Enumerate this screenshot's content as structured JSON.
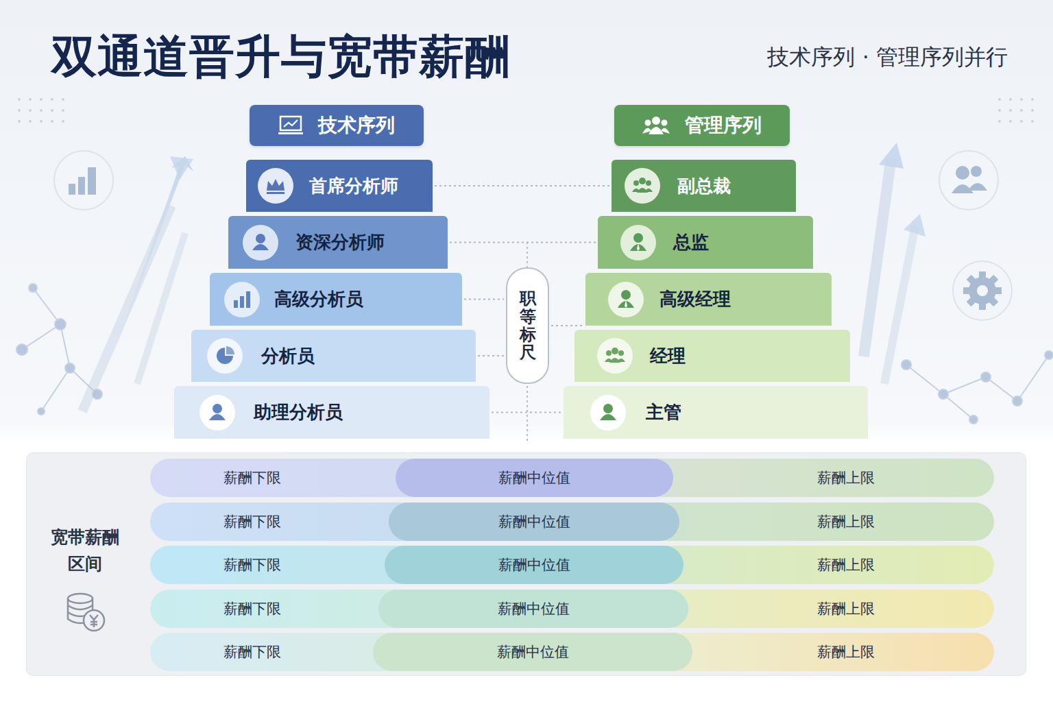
{
  "diagram": {
    "title": "双通道晋升与宽带薪酬",
    "caption": "技术序列 · 管理序列并行",
    "nodes": [
      {
        "text": [
          "技术序列"
        ]
      },
      {
        "text": [
          "首席分析师"
        ]
      },
      {
        "text": [
          "资深分析师"
        ]
      },
      {
        "text": [
          "高级分析员"
        ]
      },
      {
        "text": [
          "分析员"
        ]
      },
      {
        "text": [
          "助理分析员"
        ]
      },
      {
        "text": [
          "管理序列"
        ]
      },
      {
        "text": [
          "副总裁"
        ]
      },
      {
        "text": [
          "总监"
        ]
      },
      {
        "text": [
          "高级经理"
        ]
      },
      {
        "text": [
          "经理"
        ]
      },
      {
        "text": [
          "主管"
        ]
      },
      {
        "text": [
          "职等标尺"
        ]
      },
      {
        "text": [
          "宽带薪酬 区间"
        ]
      },
      {
        "text": [
          "薪酬下限",
          "薪酬上限"
        ],
        "in": 13
      },
      {
        "text": [
          "薪酬中位值"
        ],
        "in": 14
      },
      {
        "text": [
          "薪酬下限",
          "薪酬上限"
        ],
        "in": 13
      },
      {
        "text": [
          "薪酬中位值"
        ],
        "in": 16
      },
      {
        "text": [
          "薪酬下限",
          "薪酬上限"
        ],
        "in": 13
      },
      {
        "text": [
          "薪酬中位值"
        ],
        "in": 18
      },
      {
        "text": [
          "薪酬下限",
          "薪酬上限"
        ],
        "in": 13
      },
      {
        "text": [
          "薪酬中位值"
        ],
        "in": 20
      },
      {
        "text": [
          "薪酬下限",
          "薪酬上限"
        ],
        "in": 13
      },
      {
        "text": [
          "薪酬中位值"
        ],
        "in": 22
      }
    ],
    "edges": [
      {
        "from": 1,
        "to": 7,
        "arrow": "none"
      },
      {
        "from": 2,
        "to": 8,
        "arrow": "none"
      },
      {
        "from": 3,
        "to": 12,
        "arrow": "none"
      },
      {
        "from": 12,
        "to": 9,
        "arrow": "none"
      },
      {
        "from": 4,
        "to": 12,
        "arrow": "none"
      },
      {
        "from": 12,
        "to": 10,
        "arrow": "none"
      },
      {
        "from": 5,
        "to": 11,
        "arrow": "none"
      }
    ]
  }
}
